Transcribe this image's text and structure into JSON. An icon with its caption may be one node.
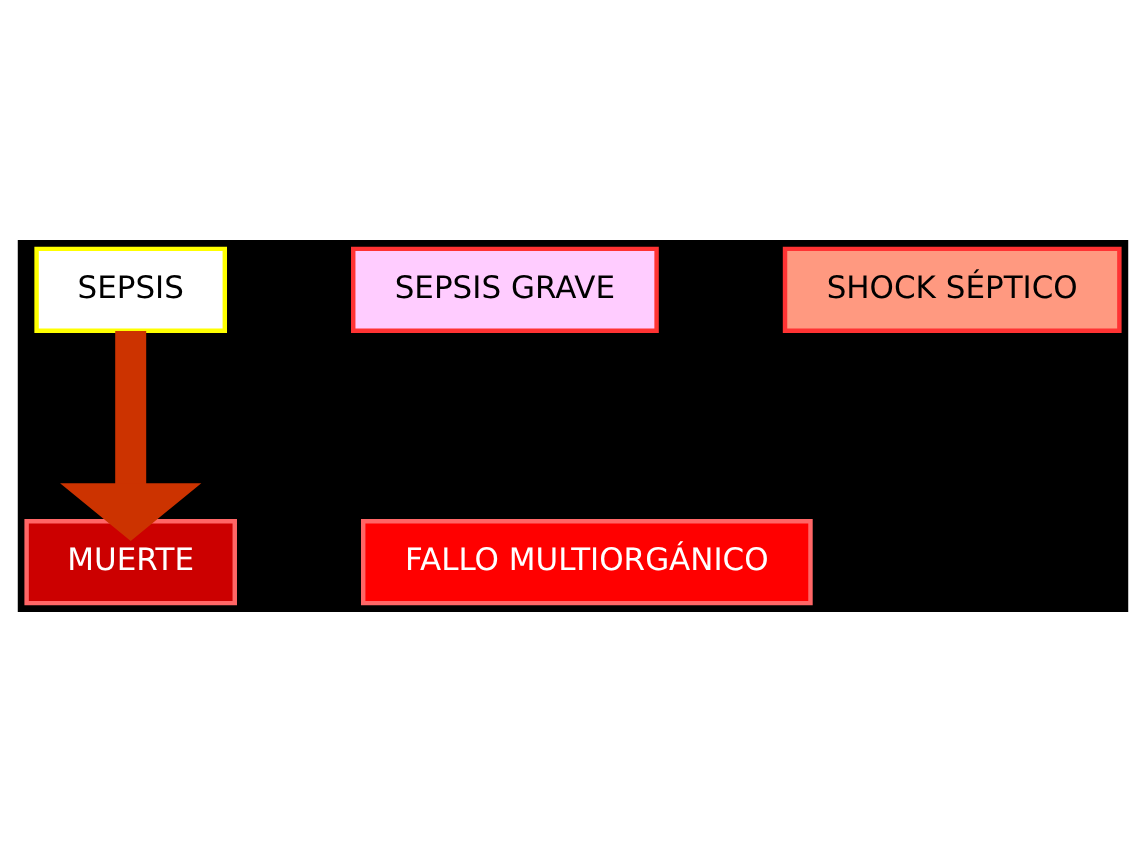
{
  "diagram": {
    "nodes": [
      {
        "text": [
          "SEPSIS"
        ]
      },
      {
        "text": [
          "SEPSIS GRAVE"
        ]
      },
      {
        "text": [
          "SHOCK SÉPTICO"
        ]
      },
      {
        "text": [
          "FALLO MULTIORGÁNICO"
        ]
      },
      {
        "text": [
          "MUERTE"
        ]
      }
    ],
    "edges": [
      {
        "from": 0,
        "to": 4,
        "arrow": "to"
      }
    ]
  }
}
